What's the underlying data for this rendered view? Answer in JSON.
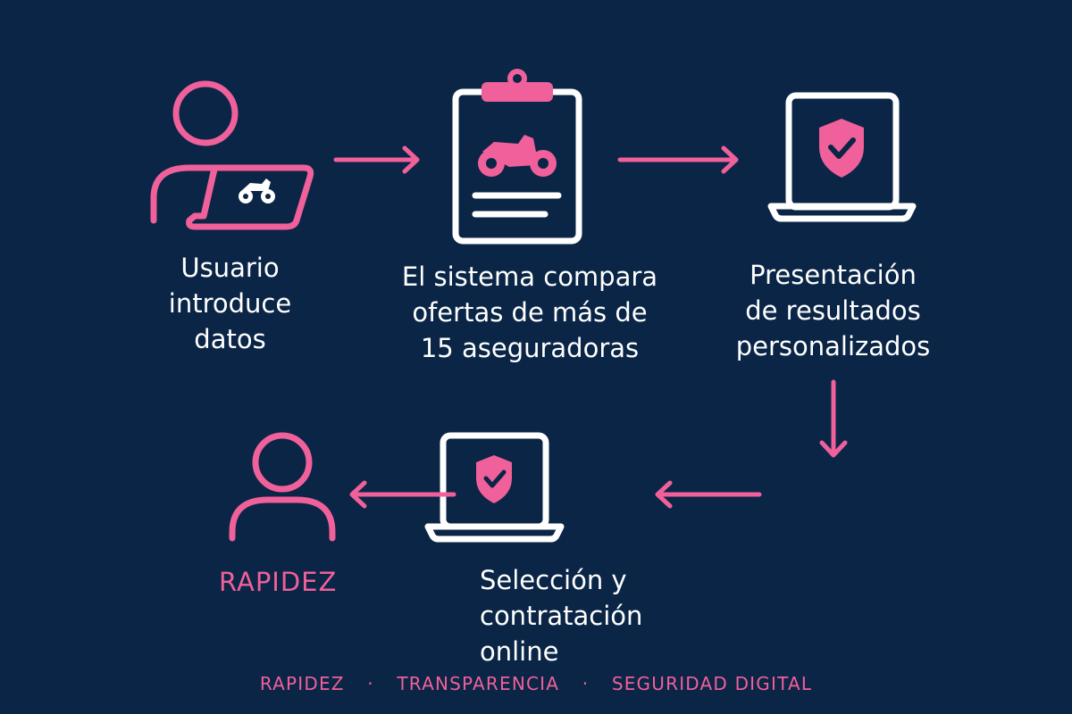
{
  "colors": {
    "background": "#0a2546",
    "accent": "#f0609a",
    "foreground": "#ffffff"
  },
  "steps": [
    {
      "icon": "user-with-laptop-icon",
      "label": "Usuario\nintroduce\ndatos"
    },
    {
      "icon": "clipboard-motorcycle-icon",
      "label": "El sistema compara\nofertas de más de\n15 aseguradoras"
    },
    {
      "icon": "laptop-shield-icon",
      "label": "Presentación\nde resultados\npersonalizados"
    },
    {
      "icon": "laptop-shield-icon",
      "label": "Selección y\ncontratación\nonline"
    },
    {
      "icon": "user-icon",
      "label": "RAPIDEZ"
    }
  ],
  "arrows": [
    {
      "from": 1,
      "to": 2,
      "direction": "right"
    },
    {
      "from": 2,
      "to": 3,
      "direction": "right"
    },
    {
      "from": 3,
      "to": 4,
      "direction": "down"
    },
    {
      "from": 4,
      "to": 5,
      "direction": "left"
    },
    {
      "from": 5,
      "to": 6,
      "direction": "left"
    }
  ],
  "footer": {
    "items": [
      "RAPIDEZ",
      "TRANSPARENCIA",
      "SEGURIDAD DIGITAL"
    ],
    "separator": "·"
  }
}
